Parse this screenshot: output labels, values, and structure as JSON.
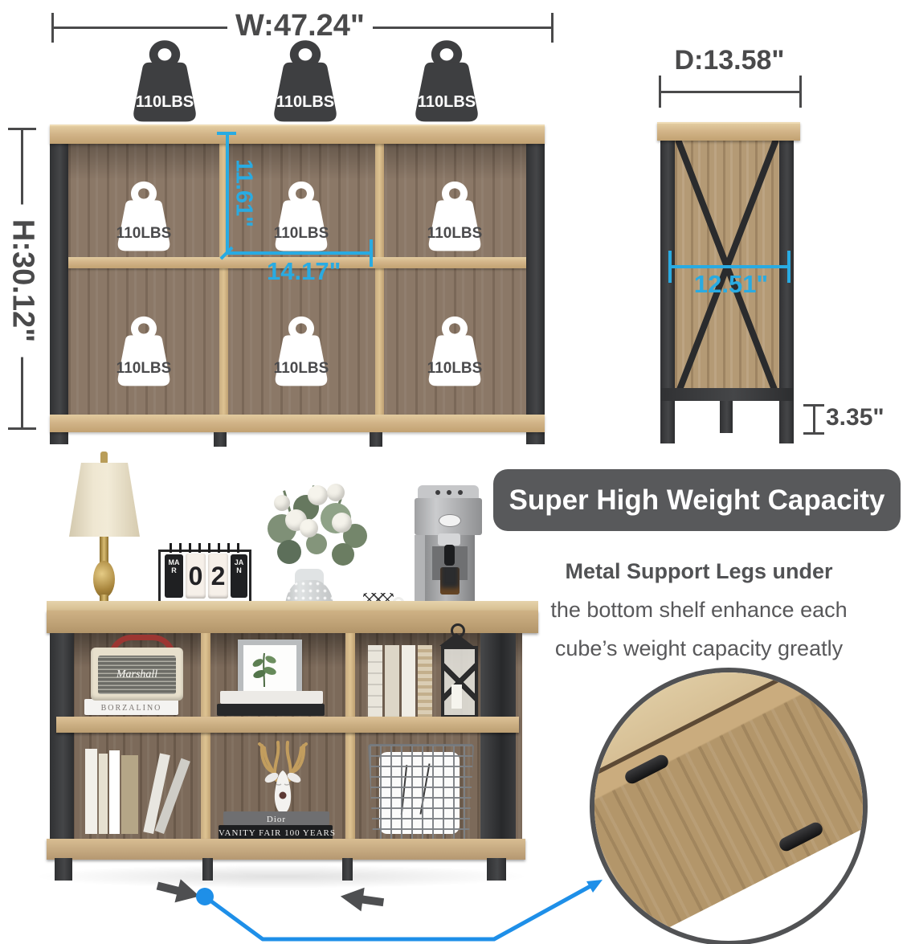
{
  "front_view": {
    "width_label": "W:47.24\"",
    "height_label": "H:30.12\"",
    "cube_height_label": "11.61\"",
    "cube_width_label": "14.17\"",
    "weight_label": "110LBS"
  },
  "side_view": {
    "depth_label": "D:13.58\"",
    "inner_width_label": "12.51\"",
    "leg_height_label": "3.35\""
  },
  "callout": {
    "title": "Super High Weight Capacity",
    "line1": "Metal Support Legs under",
    "line2": "the bottom shelf enhance each",
    "line3": "cube’s weight capacity greatly"
  },
  "photo": {
    "radio_brand": "Marshall",
    "book_under_radio": "BORZALINO",
    "calendar": {
      "month_left": "MAR",
      "digit_left": "0",
      "digit_right": "2",
      "month_right": "JAN"
    },
    "book_deer_top": "Dior",
    "book_deer_bottom": "VANITY FAIR 100 YEARS"
  },
  "colors": {
    "dimension_dark": "#4a4a4b",
    "dimension_cyan": "#29abe2",
    "callout_blue": "#1e8fe8",
    "banner_gray": "#58595b"
  }
}
